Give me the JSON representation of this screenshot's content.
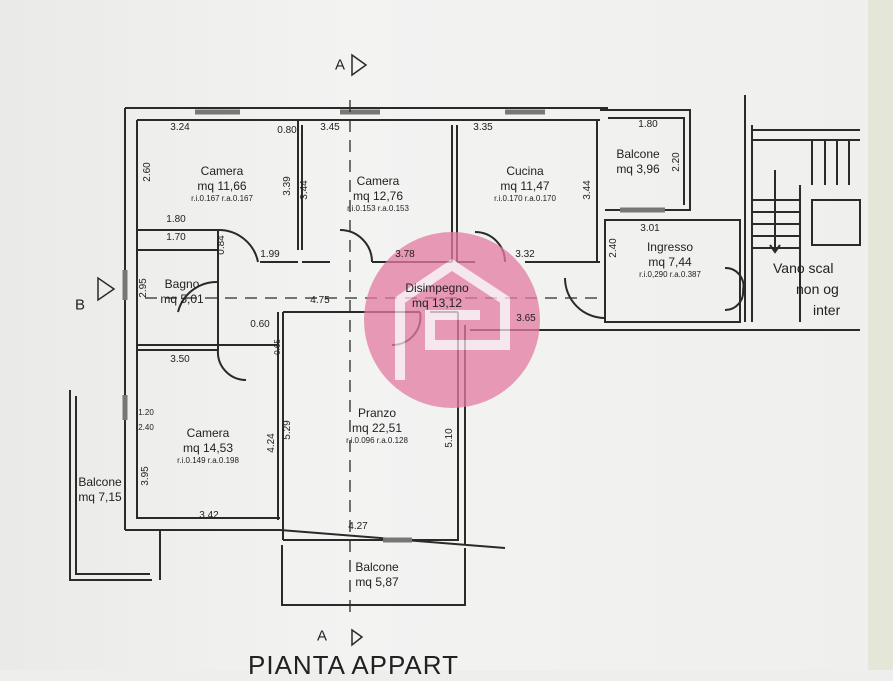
{
  "section_marks": {
    "a_top": "A",
    "a_bottom": "A",
    "b_left": "B"
  },
  "rooms": [
    {
      "name": "Camera",
      "area": "mq 11,66",
      "ratio": "r.i.0.167 r.a.0.167"
    },
    {
      "name": "Camera",
      "area": "mq 12,76",
      "ratio": "r.i.0.153 r.a.0.153"
    },
    {
      "name": "Cucina",
      "area": "mq 11,47",
      "ratio": "r.i.0.170 r.a.0.170"
    },
    {
      "name": "Disimpegno",
      "area": "mq 13,12"
    },
    {
      "name": "Ingresso",
      "area": "mq 7,44",
      "ratio": "r.i.0,290 r.a.0.387"
    },
    {
      "name": "Pranzo",
      "area": "mq 22,51",
      "ratio": "r.i.0.096 r.a.0.128"
    },
    {
      "name": "Camera",
      "area": "mq 14,53",
      "ratio": "r.i.0.149 r.a.0.198"
    },
    {
      "name": "Balcone",
      "area": "mq 5,87"
    },
    {
      "name": "Bagno",
      "area": "mq 5,01"
    },
    {
      "name": "Balcone",
      "area": "mq 3,96"
    },
    {
      "name": "Balcone",
      "area": "mq 7,15"
    }
  ],
  "dimensions": [
    "3.24",
    "0.80",
    "3.45",
    "3.35",
    "1.80",
    "2.60",
    "3.39",
    "3.44",
    "3.44",
    "2.20",
    "1.80",
    "1.70",
    "0.84",
    "1.99",
    "3.78",
    "3.32",
    "3.01",
    "2.40",
    "2.95",
    "4.75",
    "3.65",
    "0.60",
    "0.65",
    "3.50",
    "1.20",
    "2.40",
    "5.29",
    "4.24",
    "5.10",
    "3.95",
    "3.42",
    "4.27"
  ],
  "stairwell": [
    "Vano scal",
    "non og",
    "inter"
  ],
  "title": "PIANTA APPART",
  "colors": {
    "walls": "#2a2a2a",
    "watermark": "#e27aa0"
  }
}
